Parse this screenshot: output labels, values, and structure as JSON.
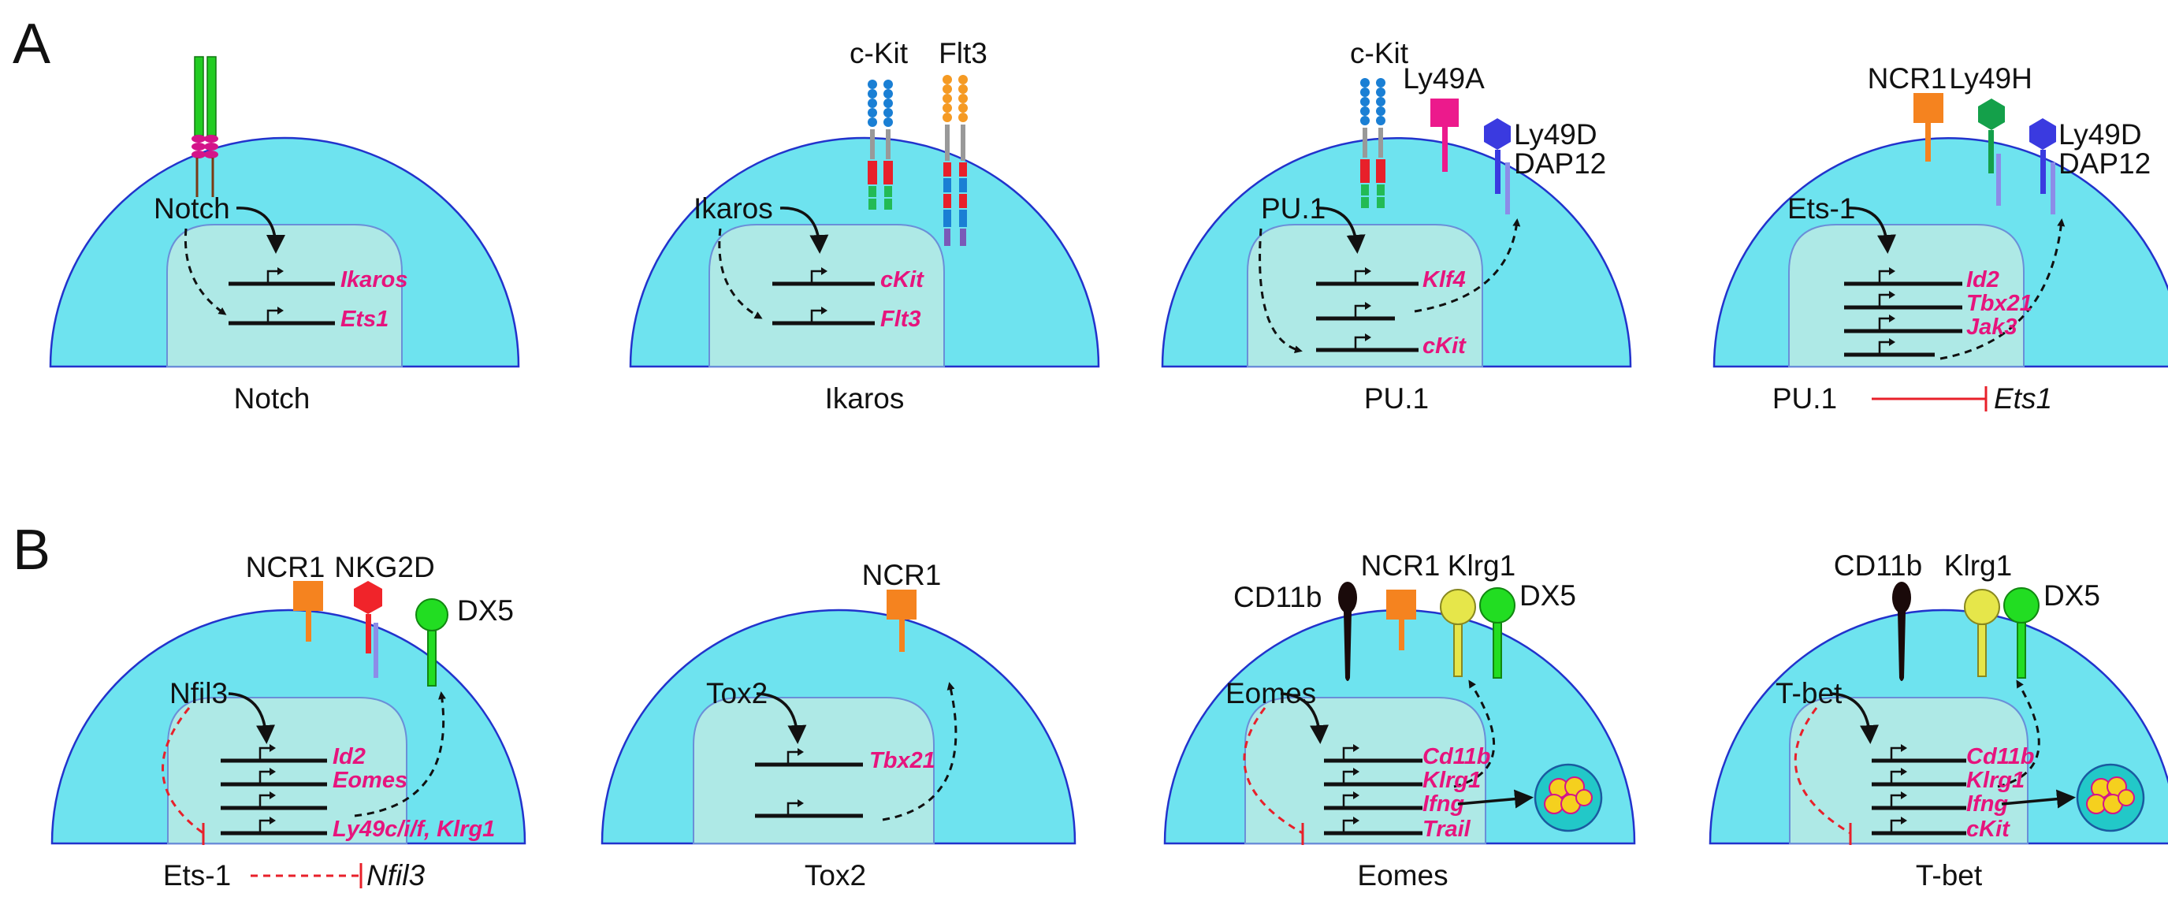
{
  "panels": {
    "a": "A",
    "b": "B"
  },
  "row_a": [
    {
      "caption": "Notch",
      "receptors": [],
      "tf": "Notch",
      "genes": [
        "Ikaros",
        "Ets1"
      ]
    },
    {
      "caption": "Ikaros",
      "receptors": [
        "c-Kit",
        "Flt3"
      ],
      "tf": "Ikaros",
      "genes": [
        "cKit",
        "Flt3"
      ]
    },
    {
      "caption": "PU.1",
      "receptors": [
        "c-Kit",
        "Ly49A",
        "Ly49D",
        "DAP12"
      ],
      "tf": "PU.1",
      "genes": [
        "Klf4",
        "cKit"
      ]
    },
    {
      "caption_left": "PU.1",
      "caption_right": "Ets1",
      "receptors": [
        "NCR1",
        "Ly49H",
        "Ly49D",
        "DAP12"
      ],
      "tf": "Ets-1",
      "genes": [
        "Id2",
        "Tbx21",
        "Jak3"
      ]
    }
  ],
  "row_b": [
    {
      "caption_left": "Ets-1",
      "caption_right": "Nfil3",
      "receptors": [
        "NCR1",
        "NKG2D",
        "DX5"
      ],
      "tf": "Nfil3",
      "genes": [
        "Id2",
        "Eomes",
        "Ly49c/i/f, Klrg1"
      ]
    },
    {
      "caption": "Tox2",
      "receptors": [
        "NCR1"
      ],
      "tf": "Tox2",
      "genes": [
        "Tbx21"
      ]
    },
    {
      "caption": "Eomes",
      "receptors": [
        "CD11b",
        "NCR1",
        "Klrg1",
        "DX5"
      ],
      "tf": "Eomes",
      "genes": [
        "Cd11b",
        "Klrg1",
        "Ifng",
        "Trail"
      ]
    },
    {
      "caption": "T-bet",
      "receptors": [
        "CD11b",
        "Klrg1",
        "DX5"
      ],
      "tf": "T-bet",
      "genes": [
        "Cd11b",
        "Klrg1",
        "Ifng",
        "cKit"
      ]
    }
  ],
  "colors": {
    "cytoplasm": "#6ee3ef",
    "membrane": "#2233cc",
    "nucleus": "#aee9e6",
    "gene_text": "#e6147d",
    "inhibition": "#e8202a",
    "notch_green": "#22cc22",
    "notch_magenta": "#d4148a",
    "ckit_blue": "#1a7fd4",
    "flt3_orange": "#f59a23",
    "ncr1": "#f5831f",
    "nkg2d": "#f0242a",
    "ly49a": "#ec1a8c",
    "ly49h": "#14a04a",
    "ly49d": "#3a3ae0",
    "dap12": "#8c8ce8",
    "dx5": "#22dd22",
    "klrg1": "#e6e64a",
    "cd11b": "#1a0a0a",
    "granule": "#f5d01e"
  },
  "icons": [
    "promoter-arrow-icon",
    "granule-cell-icon",
    "inhibition-bar-icon"
  ]
}
